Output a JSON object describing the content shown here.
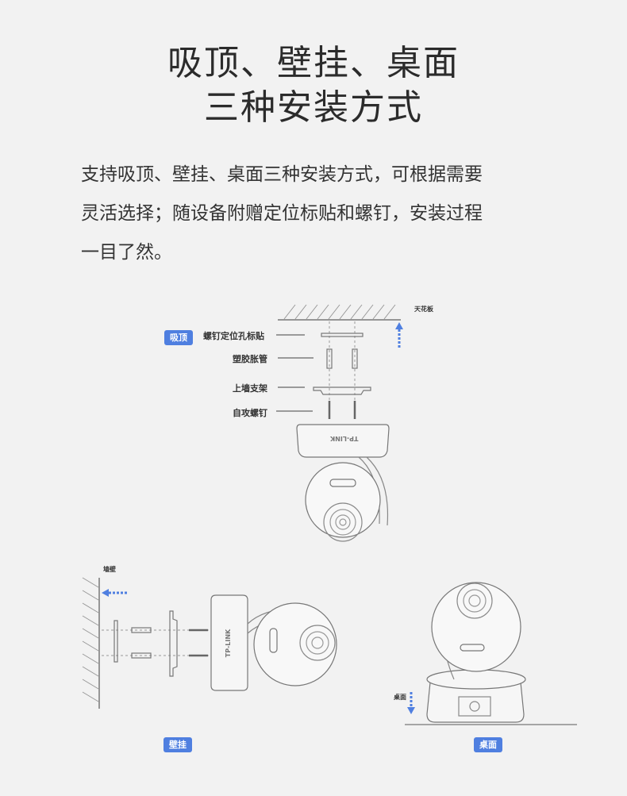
{
  "heading": {
    "line1": "吸顶、壁挂、桌面",
    "line2": "三种安装方式"
  },
  "description": {
    "line1": "支持吸顶、壁挂、桌面三种安装方式，可根据需要",
    "line2": "灵活选择；随设备附赠定位标贴和螺钉，安装过程",
    "line3": "一目了然。"
  },
  "ceiling": {
    "badge": "吸顶",
    "ceiling_label": "天花板",
    "parts": [
      "螺钉定位孔标贴",
      "塑胶胀管",
      "上墙支架",
      "自攻螺钉"
    ],
    "brand": "TP-LINK"
  },
  "wall": {
    "badge": "壁挂",
    "wall_label": "墙壁",
    "brand": "TP-LINK"
  },
  "desk": {
    "badge": "桌面",
    "desk_label": "桌面"
  },
  "colors": {
    "accent": "#4f7fe0",
    "background": "#f2f2f2",
    "line": "#888888"
  }
}
